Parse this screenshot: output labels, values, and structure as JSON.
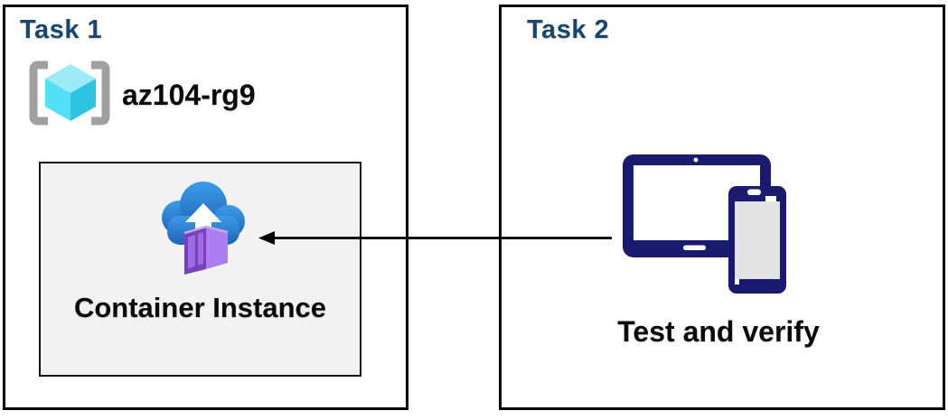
{
  "page": {
    "background": "#ffffff",
    "kind": "azure-lab-diagram"
  },
  "colors": {
    "title-blue": "#17466E",
    "box-border": "#000000",
    "inner-box-bg": "#F2F2F2",
    "inner-box-border": "#141414",
    "arrow": "#000000",
    "navy-device": "#1A1A6E",
    "device-screen-gray": "#E4E4E4",
    "cloud-blue-light": "#3E9BE9",
    "cloud-blue-dark": "#1E63B8",
    "container-front": "#7741B8",
    "container-panel": "#9E6BE3",
    "container-side": "#AC7DEE",
    "container-top-highlight": "#C9A6F7",
    "rg-bracket-gray": "#A0A0A0",
    "rg-cube-top": "#9DEBF9",
    "rg-cube-left": "#53E0F7",
    "rg-cube-right": "#2FC3E2"
  },
  "task1": {
    "title": "Task 1",
    "resource_group_name": "az104-rg9",
    "container_instance_label": "Container Instance",
    "icons": [
      "resource-group-icon",
      "container-instance-icon"
    ]
  },
  "task2": {
    "title": "Task 2",
    "devices_label": "Test and verify",
    "icons": [
      "devices-icon"
    ]
  },
  "arrow": {
    "from": "devices-icon",
    "to": "container-instance-box",
    "direction": "right-to-left"
  }
}
